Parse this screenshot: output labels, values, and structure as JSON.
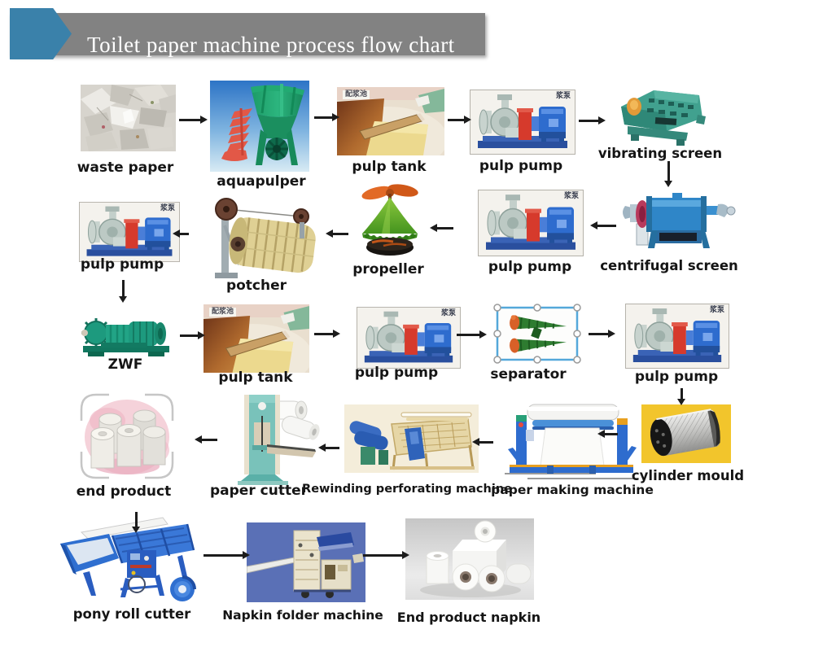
{
  "title": "Toilet paper machine process flow chart",
  "banner": {
    "background": "#828282",
    "text_color": "#ffffff",
    "arrow_color": "#3a81aa"
  },
  "nodes": {
    "waste_paper": {
      "label": "waste paper"
    },
    "aquapulper": {
      "label": "aquapulper"
    },
    "pulp_tank_1": {
      "label": "pulp tank",
      "watermark": "配浆池"
    },
    "pulp_pump_1": {
      "label": "pulp pump",
      "watermark": "浆泵"
    },
    "vibrating_screen": {
      "label": "vibrating screen"
    },
    "centrifugal_screen": {
      "label": "centrifugal screen"
    },
    "pulp_pump_2": {
      "label": "pulp pump",
      "watermark": "浆泵"
    },
    "propeller": {
      "label": "propeller"
    },
    "potcher": {
      "label": "potcher"
    },
    "pulp_pump_3": {
      "label": "pulp pump",
      "watermark": "浆泵"
    },
    "zwf": {
      "label": "ZWF"
    },
    "pulp_tank_2": {
      "label": "pulp tank",
      "watermark": "配浆池"
    },
    "pulp_pump_4": {
      "label": "pulp pump",
      "watermark": "浆泵"
    },
    "separator": {
      "label": "separator"
    },
    "pulp_pump_5": {
      "label": "pulp pump",
      "watermark": "浆泵"
    },
    "cylinder_mould": {
      "label": "cylinder mould"
    },
    "paper_making_machine": {
      "label": "paper making machine"
    },
    "rewinding_perforating_machine": {
      "label": "Rewinding perforating machine"
    },
    "paper_cutter": {
      "label": "paper cutter"
    },
    "end_product": {
      "label": "end product"
    },
    "pony_roll_cutter": {
      "label": "pony roll cutter"
    },
    "napkin_folder_machine": {
      "label": "Napkin folder machine"
    },
    "end_product_napkin": {
      "label": "End product napkin"
    }
  },
  "flow_sequence": [
    "waste paper",
    "aquapulper",
    "pulp tank",
    "pulp pump",
    "vibrating screen",
    "centrifugal screen",
    "pulp pump",
    "propeller",
    "potcher",
    "pulp pump",
    "ZWF",
    "pulp tank",
    "pulp pump",
    "separator",
    "pulp pump",
    "cylinder mould",
    "paper making machine",
    "Rewinding perforating machine",
    "paper cutter",
    "end product",
    "pony roll cutter",
    "Napkin folder machine",
    "End product napkin"
  ],
  "connections": [
    {
      "from": "waste paper",
      "to": "aquapulper",
      "dir": "right"
    },
    {
      "from": "aquapulper",
      "to": "pulp tank",
      "dir": "right"
    },
    {
      "from": "pulp tank",
      "to": "pulp pump",
      "dir": "right"
    },
    {
      "from": "pulp pump",
      "to": "vibrating screen",
      "dir": "right"
    },
    {
      "from": "vibrating screen",
      "to": "centrifugal screen",
      "dir": "down"
    },
    {
      "from": "centrifugal screen",
      "to": "pulp pump",
      "dir": "left"
    },
    {
      "from": "pulp pump",
      "to": "propeller",
      "dir": "left"
    },
    {
      "from": "propeller",
      "to": "potcher",
      "dir": "left"
    },
    {
      "from": "potcher",
      "to": "pulp pump",
      "dir": "left"
    },
    {
      "from": "pulp pump",
      "to": "ZWF",
      "dir": "down"
    },
    {
      "from": "ZWF",
      "to": "pulp tank",
      "dir": "right"
    },
    {
      "from": "pulp tank",
      "to": "pulp pump",
      "dir": "right"
    },
    {
      "from": "pulp pump",
      "to": "separator",
      "dir": "right"
    },
    {
      "from": "separator",
      "to": "pulp pump",
      "dir": "right"
    },
    {
      "from": "pulp pump",
      "to": "cylinder mould",
      "dir": "down"
    },
    {
      "from": "cylinder mould",
      "to": "paper making machine",
      "dir": "left"
    },
    {
      "from": "paper making machine",
      "to": "Rewinding perforating machine",
      "dir": "left"
    },
    {
      "from": "Rewinding perforating machine",
      "to": "paper cutter",
      "dir": "left"
    },
    {
      "from": "paper cutter",
      "to": "end product",
      "dir": "left"
    },
    {
      "from": "end product",
      "to": "pony roll cutter",
      "dir": "down"
    },
    {
      "from": "pony roll cutter",
      "to": "Napkin folder machine",
      "dir": "right"
    },
    {
      "from": "Napkin folder machine",
      "to": "End product napkin",
      "dir": "right"
    }
  ]
}
